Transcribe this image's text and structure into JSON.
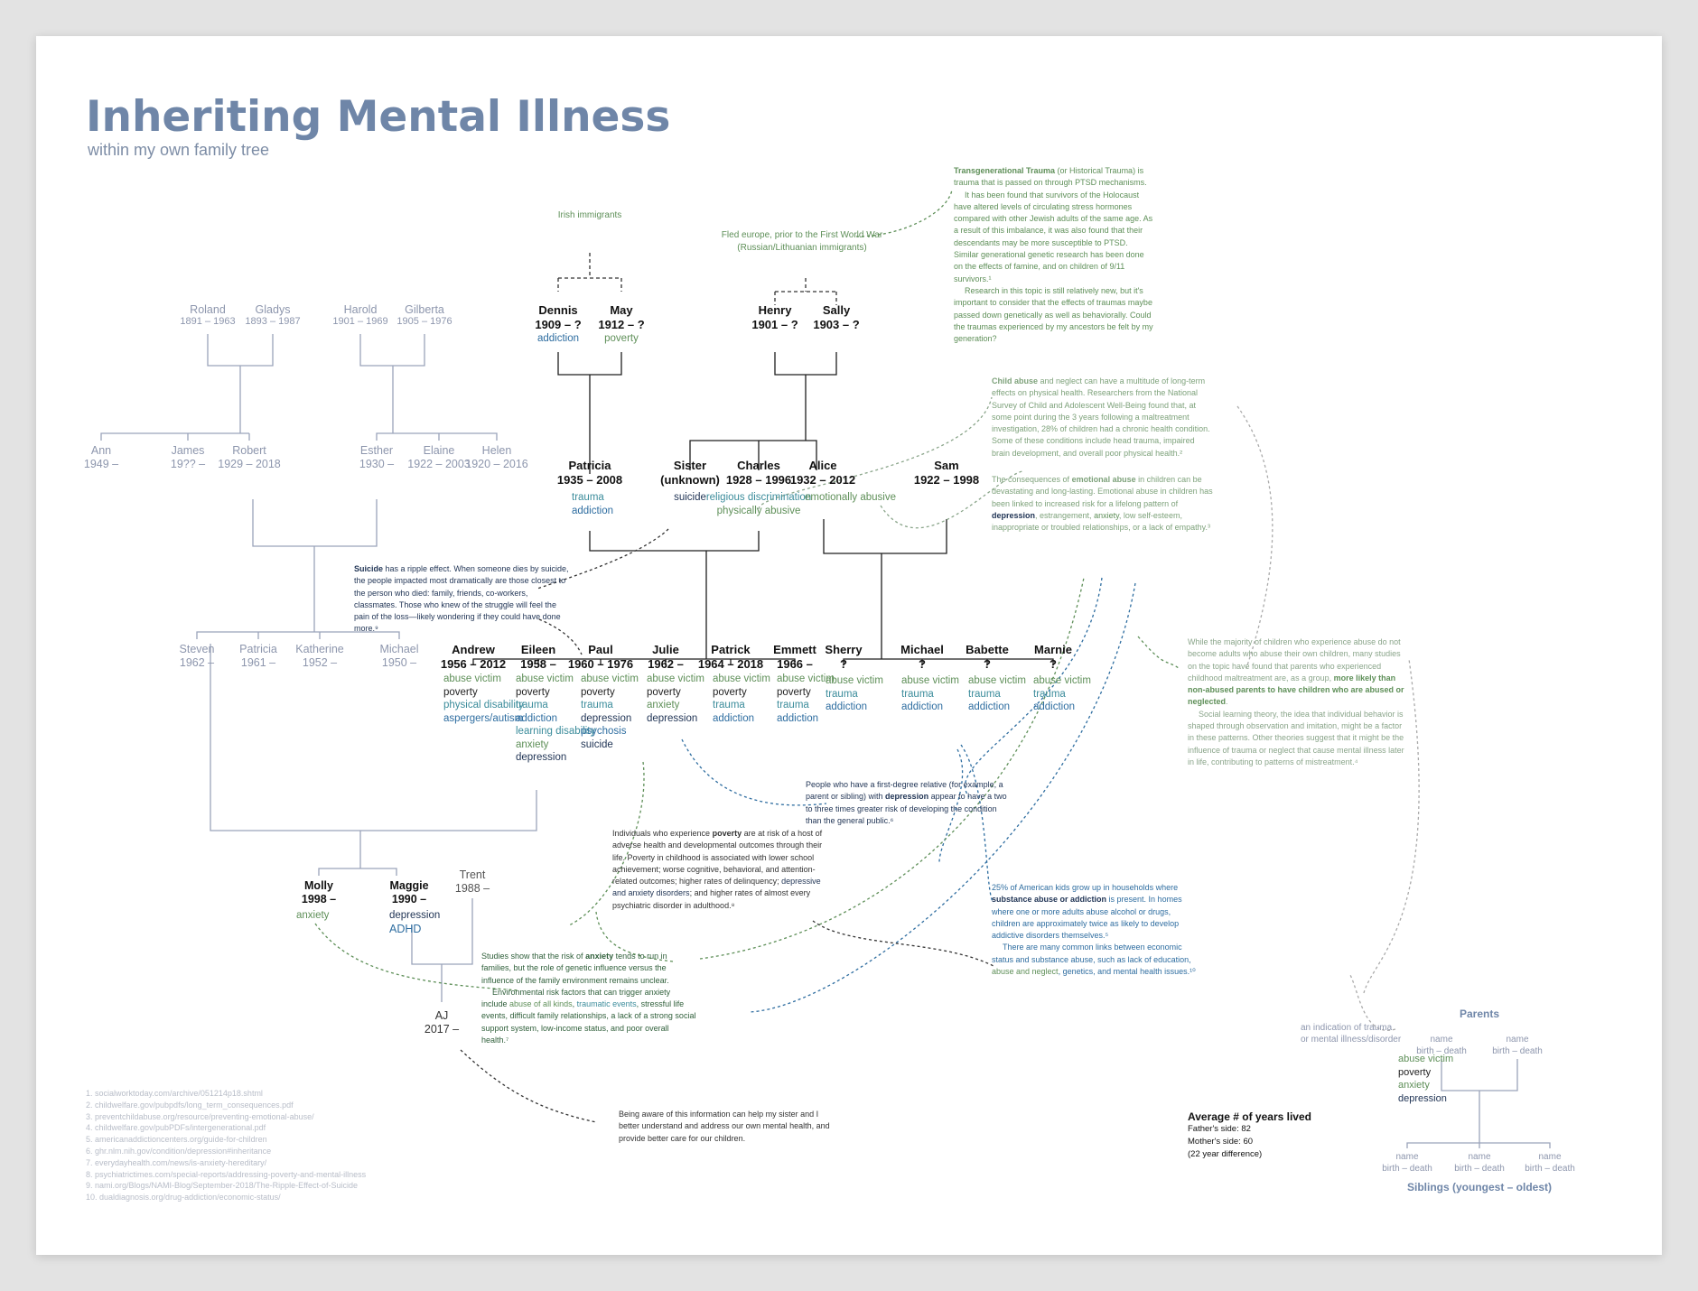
{
  "title": "Inheriting Mental Illness",
  "subtitle": "within my own family tree",
  "immigrant_labels": {
    "irish": "Irish immigrants",
    "europe_1": "Fled europe, prior to the First World War",
    "europe_2": "(Russian/Lithuanian immigrants)"
  },
  "people": {
    "roland": {
      "name": "Roland",
      "dates": "1891 – 1963"
    },
    "gladys": {
      "name": "Gladys",
      "dates": "1893 – 1987"
    },
    "harold": {
      "name": "Harold",
      "dates": "1901 – 1969"
    },
    "gilberta": {
      "name": "Gilberta",
      "dates": "1905 – 1976"
    },
    "dennis": {
      "name": "Dennis",
      "dates": "1909 – ?",
      "conditions": [
        "addiction"
      ]
    },
    "may": {
      "name": "May",
      "dates": "1912 – ?",
      "conditions": [
        "poverty"
      ]
    },
    "henry": {
      "name": "Henry",
      "dates": "1901 – ?"
    },
    "sally": {
      "name": "Sally",
      "dates": "1903 – ?"
    },
    "ann": {
      "name": "Ann",
      "dates": "1949 –"
    },
    "james": {
      "name": "James",
      "dates": "19?? –"
    },
    "robert": {
      "name": "Robert",
      "dates": "1929 – 2018"
    },
    "esther": {
      "name": "Esther",
      "dates": "1930 –"
    },
    "elaine": {
      "name": "Elaine",
      "dates": "1922 – 2003"
    },
    "helen": {
      "name": "Helen",
      "dates": "1920 – 2016"
    },
    "patricia_sr": {
      "name": "Patricia",
      "dates": "1935 – 2008",
      "conditions": [
        "trauma",
        "addiction"
      ]
    },
    "sister": {
      "name": "Sister",
      "dates": "(unknown)",
      "conditions": [
        "suicide"
      ]
    },
    "charles": {
      "name": "Charles",
      "dates": "1928 – 1996",
      "conditions": [
        "religious discrimination",
        "physically abusive"
      ]
    },
    "alice": {
      "name": "Alice",
      "dates": "1932 – 2012",
      "conditions": [
        "emotionally abusive"
      ]
    },
    "sam": {
      "name": "Sam",
      "dates": "1922 – 1998"
    },
    "steven": {
      "name": "Steven",
      "dates": "1962 –"
    },
    "patricia_jr": {
      "name": "Patricia",
      "dates": "1961 –"
    },
    "katherine": {
      "name": "Katherine",
      "dates": "1952 –"
    },
    "michael_p": {
      "name": "Michael",
      "dates": "1950 –"
    },
    "andrew": {
      "name": "Andrew",
      "dates": "1956 – 2012",
      "conditions": [
        "abuse victim",
        "poverty",
        "physical disability",
        "aspergers/autism"
      ]
    },
    "eileen": {
      "name": "Eileen",
      "dates": "1958 –",
      "conditions": [
        "abuse victim",
        "poverty",
        "trauma",
        "addiction",
        "learning disability",
        "anxiety",
        "depression"
      ]
    },
    "paul": {
      "name": "Paul",
      "dates": "1960 – 1976",
      "conditions": [
        "abuse victim",
        "poverty",
        "trauma",
        "depression",
        "psychosis",
        "suicide"
      ]
    },
    "julie": {
      "name": "Julie",
      "dates": "1962 –",
      "conditions": [
        "abuse victim",
        "poverty",
        "anxiety",
        "depression"
      ]
    },
    "patrick": {
      "name": "Patrick",
      "dates": "1964 – 2018",
      "conditions": [
        "abuse victim",
        "poverty",
        "trauma",
        "addiction"
      ]
    },
    "emmett": {
      "name": "Emmett",
      "dates": "1966 –",
      "conditions": [
        "abuse victim",
        "poverty",
        "trauma",
        "addiction"
      ]
    },
    "sherry": {
      "name": "Sherry",
      "dates": "?",
      "conditions": [
        "abuse victim",
        "trauma",
        "addiction"
      ]
    },
    "michael_s": {
      "name": "Michael",
      "dates": "?",
      "conditions": [
        "abuse victim",
        "trauma",
        "addiction"
      ]
    },
    "babette": {
      "name": "Babette",
      "dates": "?",
      "conditions": [
        "abuse victim",
        "trauma",
        "addiction"
      ]
    },
    "marnie": {
      "name": "Marnie",
      "dates": "?",
      "conditions": [
        "abuse victim",
        "trauma",
        "addiction"
      ]
    },
    "molly": {
      "name": "Molly",
      "dates": "1998 –",
      "conditions": [
        "anxiety"
      ]
    },
    "maggie": {
      "name": "Maggie",
      "dates": "1990 –",
      "conditions": [
        "depression",
        "ADHD"
      ]
    },
    "trent": {
      "name": "Trent",
      "dates": "1988 –"
    },
    "aj": {
      "name": "AJ",
      "dates": "2017 –"
    }
  },
  "notes": {
    "transgen_1a": "Transgenerational Trauma",
    "transgen_1b": " (or Historical Trauma) is trauma that is passed on through PTSD mechanisms.",
    "transgen_2": "It has been found that survivors of the Holocaust have altered levels of circulating stress hormones compared with other Jewish adults of the same age. As a result of this imbalance, it was also found that their descendants may be more susceptible to PTSD. Similar generational genetic research has been done on the effects of famine, and on children of 9/11 survivors.¹",
    "transgen_3": "Research in this topic is still relatively new, but it's important to consider that the effects of traumas maybe passed down genetically as well as behaviorally. Could the traumas experienced by my ancestors be felt by my generation?",
    "child_abuse_a": "Child abuse",
    "child_abuse_b": " and neglect can have a multitude of long-term effects on physical health. Researchers from the National Survey of Child and Adolescent Well-Being found that, at some point during the 3 years following a maltreatment investigation, 28% of children had a chronic health condition. Some of these conditions include head trauma, impaired brain development, and overall poor physical health.²",
    "emotional_a": "The consequences of ",
    "emotional_b": "emotional abuse",
    "emotional_c": " in children can be devastating and long-lasting. Emotional abuse in children has been linked to increased risk for a lifelong pattern of ",
    "emotional_d": "depression",
    "emotional_e": ", estrangement, ",
    "emotional_f": "anxiety",
    "emotional_g": ", low self-esteem, inappropriate or troubled relationships, or a lack of empathy.³",
    "suicide_a": "Suicide",
    "suicide_b": " has a ripple effect. When someone dies by suicide, the people impacted most dramatically are those closest to the person who died: family, friends, co-workers, classmates. Those who knew of the struggle will feel the pain of the loss—likely wondering if they could have done more.⁹",
    "cycle_1": "While the majority of children who experience abuse do not become adults who abuse their own children, many studies on the topic have found that parents who experienced childhood maltreatment are, as a group, ",
    "cycle_2": "more likely than non-abused parents to have children who are abused or neglected",
    "cycle_3": "Social learning theory, the idea that individual behavior is shaped through observation and imitation, might be a factor in these patterns. Other theories suggest that it might be the influence of trauma or neglect that cause mental illness later in life, contributing to patterns of mistreatment.⁴",
    "depression_a": "People who have a first-degree relative (for example, a parent or sibling) with ",
    "depression_b": "depression",
    "depression_c": " appear to have a two to three times greater risk of developing the condition than the general public.⁶",
    "poverty_a": "Individuals who experience ",
    "poverty_b": "poverty",
    "poverty_c": " are at risk of a host of adverse health and developmental outcomes through their life. Poverty in childhood is associated with lower school achievement; worse cognitive, behavioral, and attention-related outcomes; higher rates of delinquency; ",
    "poverty_d": "depressive and anxiety disorders",
    "poverty_e": "; and higher rates of almost every psychiatric disorder in adulthood.⁸",
    "substance_a": "25% of American kids grow up in households where ",
    "substance_b": "substance abuse or addiction",
    "substance_c": " is present. In homes where one or more adults abuse alcohol or drugs, children are approximately twice as likely to develop addictive disorders themselves.⁵",
    "substance_d": "There are many common links between economic status and substance abuse, such as lack of education, ",
    "substance_e": "abuse and neglect",
    "substance_f": ", genetics, and mental health issues.¹⁰",
    "anxiety_a": "Studies show that the risk of ",
    "anxiety_b": "anxiety",
    "anxiety_c": " tends to run in families, but the role of genetic influence versus the influence of the family environment remains unclear.",
    "anxiety_d": "Environmental risk factors that can trigger anxiety include ",
    "anxiety_e": "abuse of all kinds",
    "anxiety_f": ", ",
    "anxiety_g": "traumatic events",
    "anxiety_h": ", stressful life events, difficult family relationships, a lack of a strong social support system, low-income status, and poor overall health.⁷",
    "closing": "Being aware of this information can help my sister and I better understand and address our own mental health, and provide better care for our children."
  },
  "footnotes": [
    "1. socialworktoday.com/archive/051214p18.shtml",
    "2. childwelfare.gov/pubpdfs/long_term_consequences.pdf",
    "3. preventchildabuse.org/resource/preventing-emotional-abuse/",
    "4. childwelfare.gov/pubPDFs/intergenerational.pdf",
    "5. americanaddictioncenters.org/guide-for-children",
    "6. ghr.nlm.nih.gov/condition/depression#inheritance",
    "7. everydayhealth.com/news/is-anxiety-hereditary/",
    "8. psychiatrictimes.com/special-reports/addressing-poverty-and-mental-illness",
    "9. nami.org/Blogs/NAMI-Blog/September-2018/The-Ripple-Effect-of-Suicide",
    "10. dualdiagnosis.org/drug-addiction/economic-status/"
  ],
  "average": {
    "heading": "Average # of years lived",
    "fathers": "Father's side: 82",
    "mothers": "Mother's side: 60",
    "difference": "(22 year difference)"
  },
  "legend": {
    "parents_heading": "Parents",
    "siblings_heading": "Siblings (youngest – oldest)",
    "name": "name",
    "dates": "birth – death",
    "indication_1": "an indication of trauma",
    "indication_2": "or mental illness/disorder",
    "conditions": [
      "abuse victim",
      "poverty",
      "anxiety",
      "depression"
    ]
  },
  "colors": {
    "title": "#6f86a8",
    "muted": "#8d96ad",
    "green": "#5e8f58",
    "teal": "#3b8c9b",
    "blue": "#2e6da0",
    "navy": "#1f3354",
    "line": "#9aa3ba"
  }
}
